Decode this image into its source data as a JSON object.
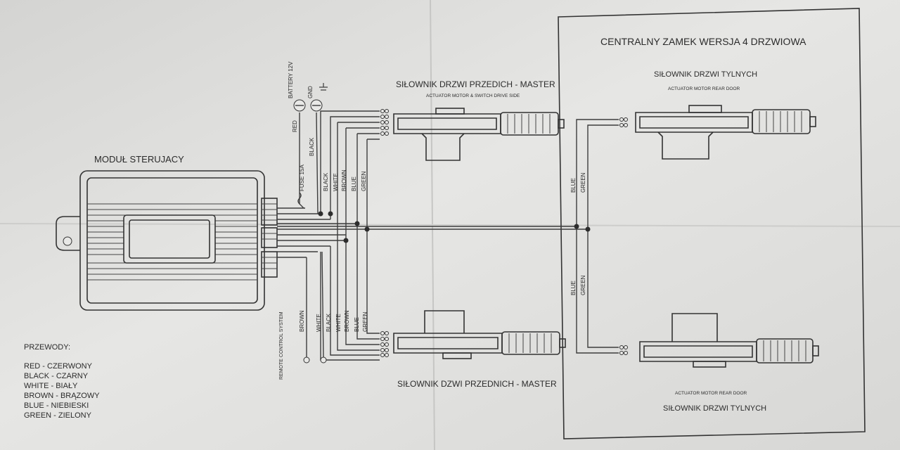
{
  "diagram": {
    "title": "CENTRALNY ZAMEK WERSJA 4 DRZWIOWA",
    "module_label": "MODUŁ STERUJACY",
    "actuators": {
      "front_top": {
        "label": "SIŁOWNIK DRZWI PRZEDICH - MASTER",
        "sublabel": "ACTUATOR MOTOR & SWITCH DRIVE SIDE"
      },
      "front_bottom": {
        "label": "SIŁOWNIK DZWI PRZEDNICH - MASTER"
      },
      "rear_top": {
        "label": "SIŁOWNIK DRZWI TYLNYCH",
        "sublabel": "ACTUATOR MOTOR REAR DOOR"
      },
      "rear_bottom": {
        "label": "SIŁOWNIK DRZWI TYLNYCH",
        "sublabel": "ACTUATOR MOTOR REAR DOOR"
      }
    },
    "power": {
      "battery": "BATTERY 12V",
      "gnd": "GND",
      "fuse": "FUSE 15A",
      "red": "RED",
      "black": "BLACK",
      "remote": "REMOTE CONTROL SYSTEM"
    },
    "wires_top": [
      "BLACK",
      "WHITE",
      "BROWN",
      "BLUE",
      "GREEN"
    ],
    "wires_bottom": [
      "BROWN",
      "WHITE",
      "BLACK",
      "WHITE",
      "BROWN",
      "BLUE",
      "GREEN"
    ],
    "wires_rear": [
      "BLUE",
      "GREEN"
    ],
    "legend_title": "PRZEWODY:",
    "legend": [
      "RED - CZERWONY",
      "BLACK - CZARNY",
      "WHITE - BIAŁY",
      "BROWN - BRĄZOWY",
      "BLUE - NIEBIESKI",
      "GREEN - ZIELONY"
    ]
  }
}
